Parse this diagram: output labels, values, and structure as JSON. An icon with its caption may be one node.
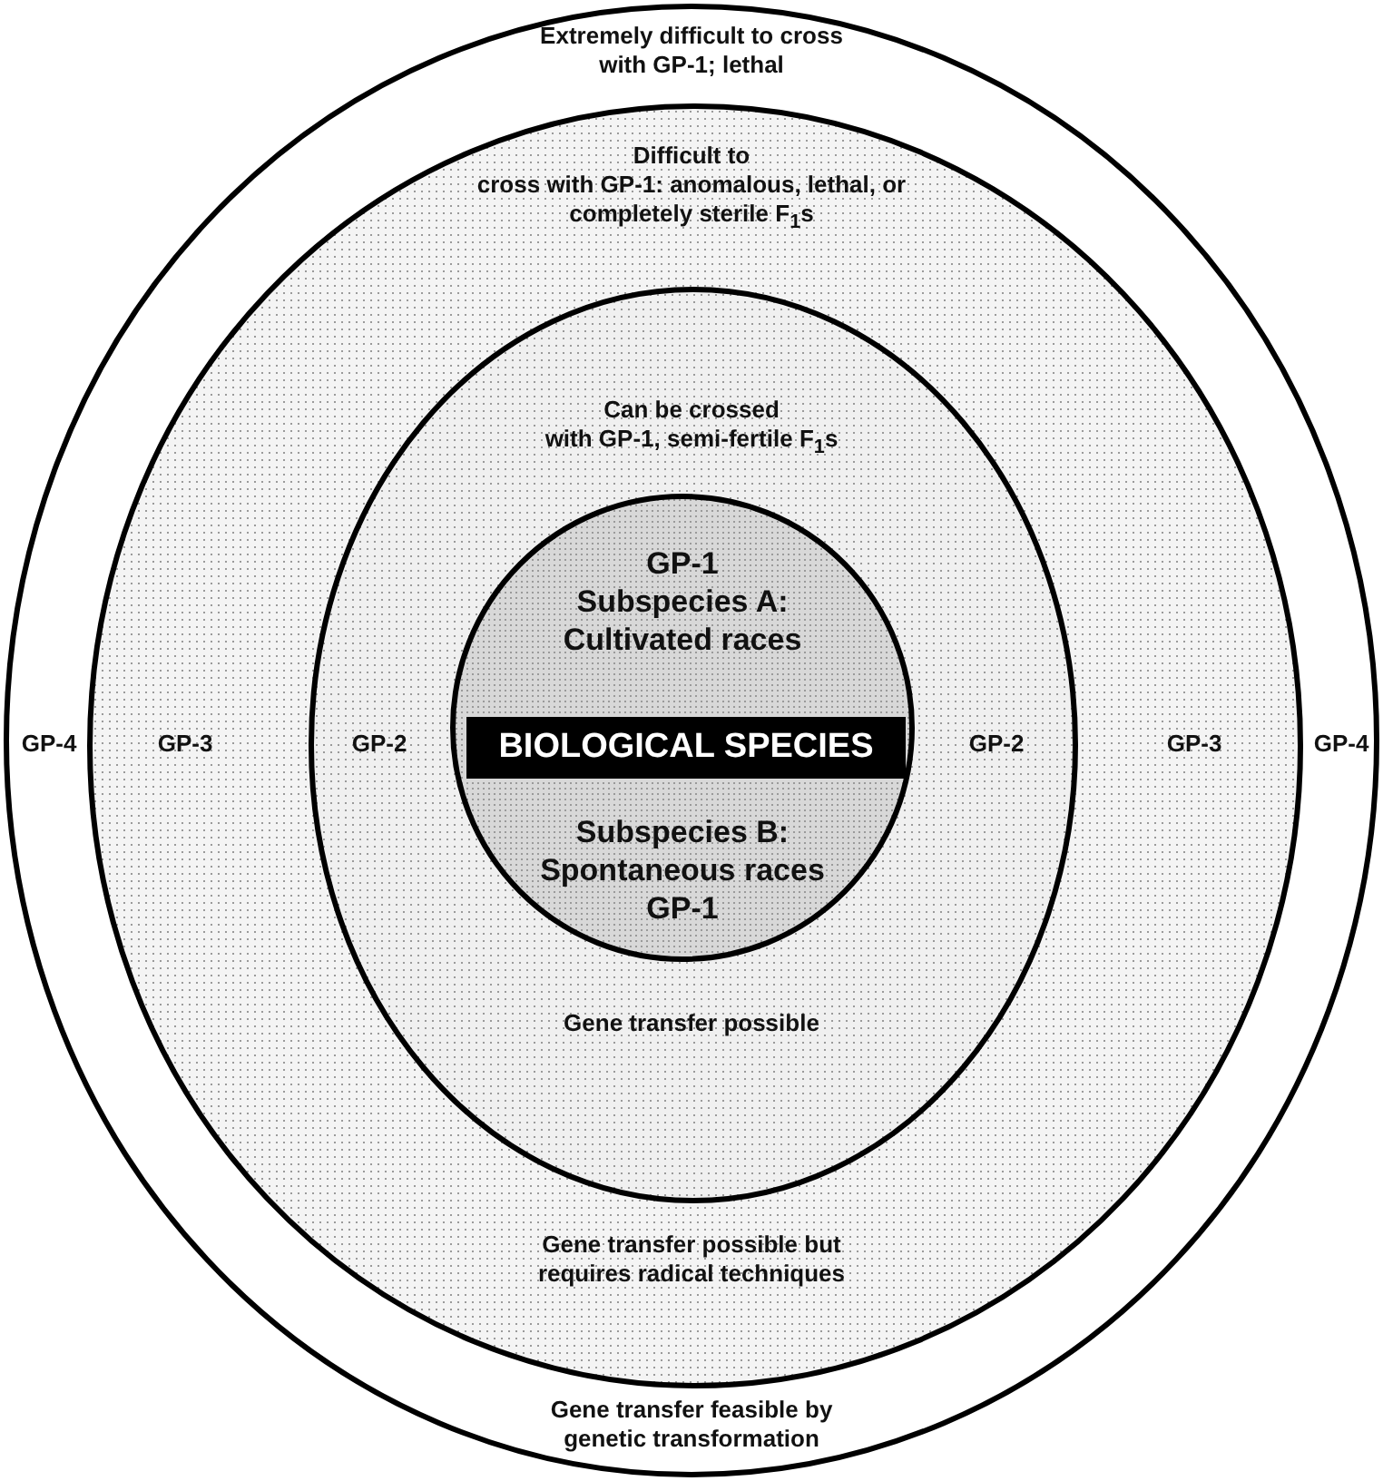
{
  "diagram": {
    "nodes": [
      {
        "text": [
          "Extremely difficult to cross with GP-1; lethal",
          "GP-4",
          "GP-4",
          "Gene transfer feasible by genetic transformation"
        ]
      },
      {
        "text": [
          "Difficult to cross with GP-1: anomalous, lethal, or completely sterile F$_{1}$s",
          "GP-3",
          "GP-3",
          "Gene transfer possible but requires radical techniques"
        ],
        "in": 0
      },
      {
        "text": [
          "Can be crossed with GP-1, semi-fertile F$_{1}$s",
          "GP-2",
          "GP-2",
          "Gene transfer possible"
        ],
        "in": 1
      },
      {
        "text": [
          "GP-1 Subspecies A: Cultivated races",
          "Subspecies B: Spontaneous races GP-1"
        ],
        "in": 2
      },
      {
        "text": [
          "BIOLOGICAL SPECIES"
        ],
        "in": 3
      }
    ]
  }
}
